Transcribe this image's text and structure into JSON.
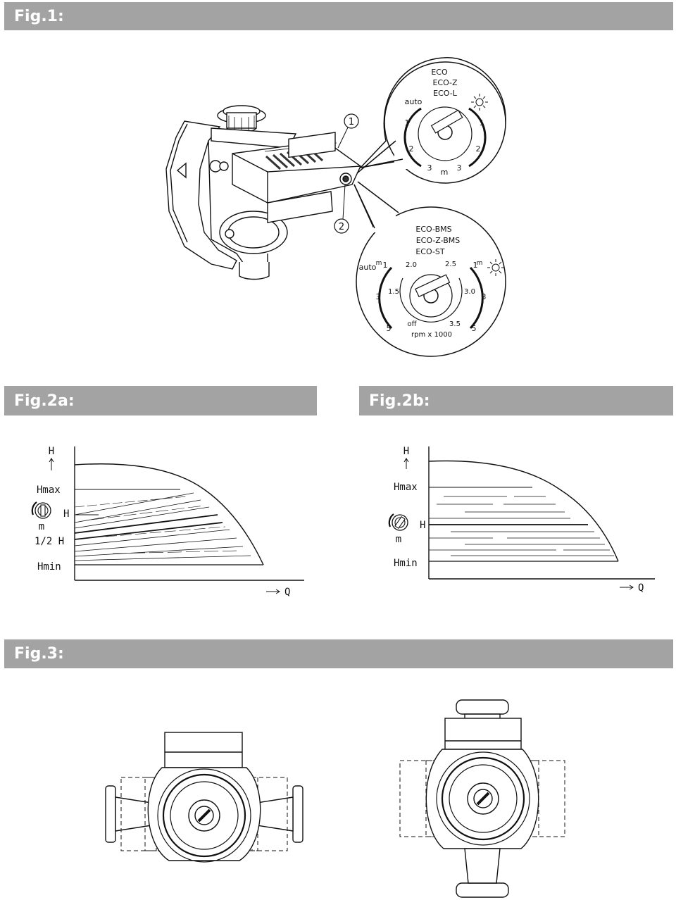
{
  "figures": {
    "fig1": {
      "title": "Fig.1:",
      "callouts": [
        "1",
        "2"
      ],
      "dial_top": {
        "modes": [
          "ECO",
          "ECO-Z",
          "ECO-L"
        ],
        "auto": "auto",
        "left_ticks": [
          "1",
          "2",
          "3"
        ],
        "right_ticks": [
          "1",
          "2",
          "3"
        ],
        "bottom": "m"
      },
      "dial_bottom": {
        "modes": [
          "ECO-BMS",
          "ECO-Z-BMS",
          "ECO-ST"
        ],
        "auto": "auto",
        "m_left": "m",
        "m_right": "m",
        "outer_left": [
          "1",
          "3",
          "5"
        ],
        "outer_right": [
          "1",
          "3",
          "5"
        ],
        "inner": [
          "2.0",
          "2.5",
          "1.5",
          "3.0",
          "off",
          "3.5"
        ],
        "unit": "rpm x 1000"
      }
    },
    "fig2a": {
      "title": "Fig.2a:",
      "labels": {
        "h": "H",
        "hmax": "Hmax",
        "hset": "H",
        "m": "m",
        "half": "1/2 H",
        "hmin": "Hmin",
        "q": "Q"
      }
    },
    "fig2b": {
      "title": "Fig.2b:",
      "labels": {
        "h": "H",
        "hmax": "Hmax",
        "hset": "H",
        "m": "m",
        "hmin": "Hmin",
        "q": "Q"
      }
    },
    "fig3": {
      "title": "Fig.3:"
    }
  }
}
